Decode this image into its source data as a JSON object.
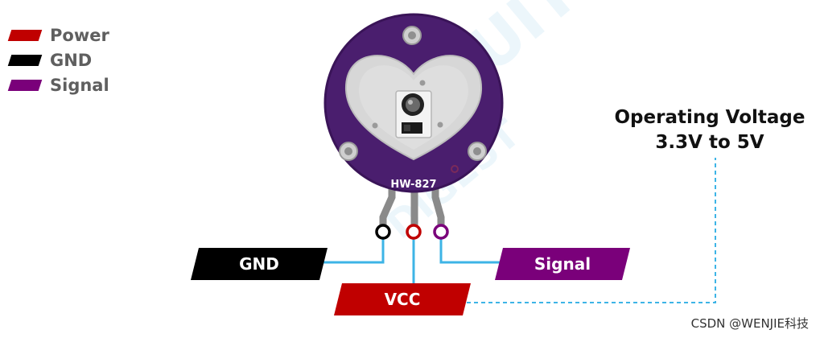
{
  "legend": [
    {
      "label": "Power",
      "color": "#c00000"
    },
    {
      "label": "GND",
      "color": "#000000"
    },
    {
      "label": "Signal",
      "color": "#7a007a"
    }
  ],
  "module": {
    "label": "HW-827",
    "board_color": "#4a1e6e",
    "heart_color": "#d7d7d7"
  },
  "spec": {
    "line1": "Operating Voltage",
    "line2": "3.3V to 5V"
  },
  "pins": {
    "gnd": {
      "label": "GND",
      "color": "#000000"
    },
    "vcc": {
      "label": "VCC",
      "color": "#c00000"
    },
    "signal": {
      "label": "Signal",
      "color": "#7a007a"
    }
  },
  "wire_color": "#3db4e6",
  "watermark": {
    "line1": "CIRCUIT",
    "line2": "DIGEST"
  },
  "credit": "CSDN @WENJIE科技"
}
